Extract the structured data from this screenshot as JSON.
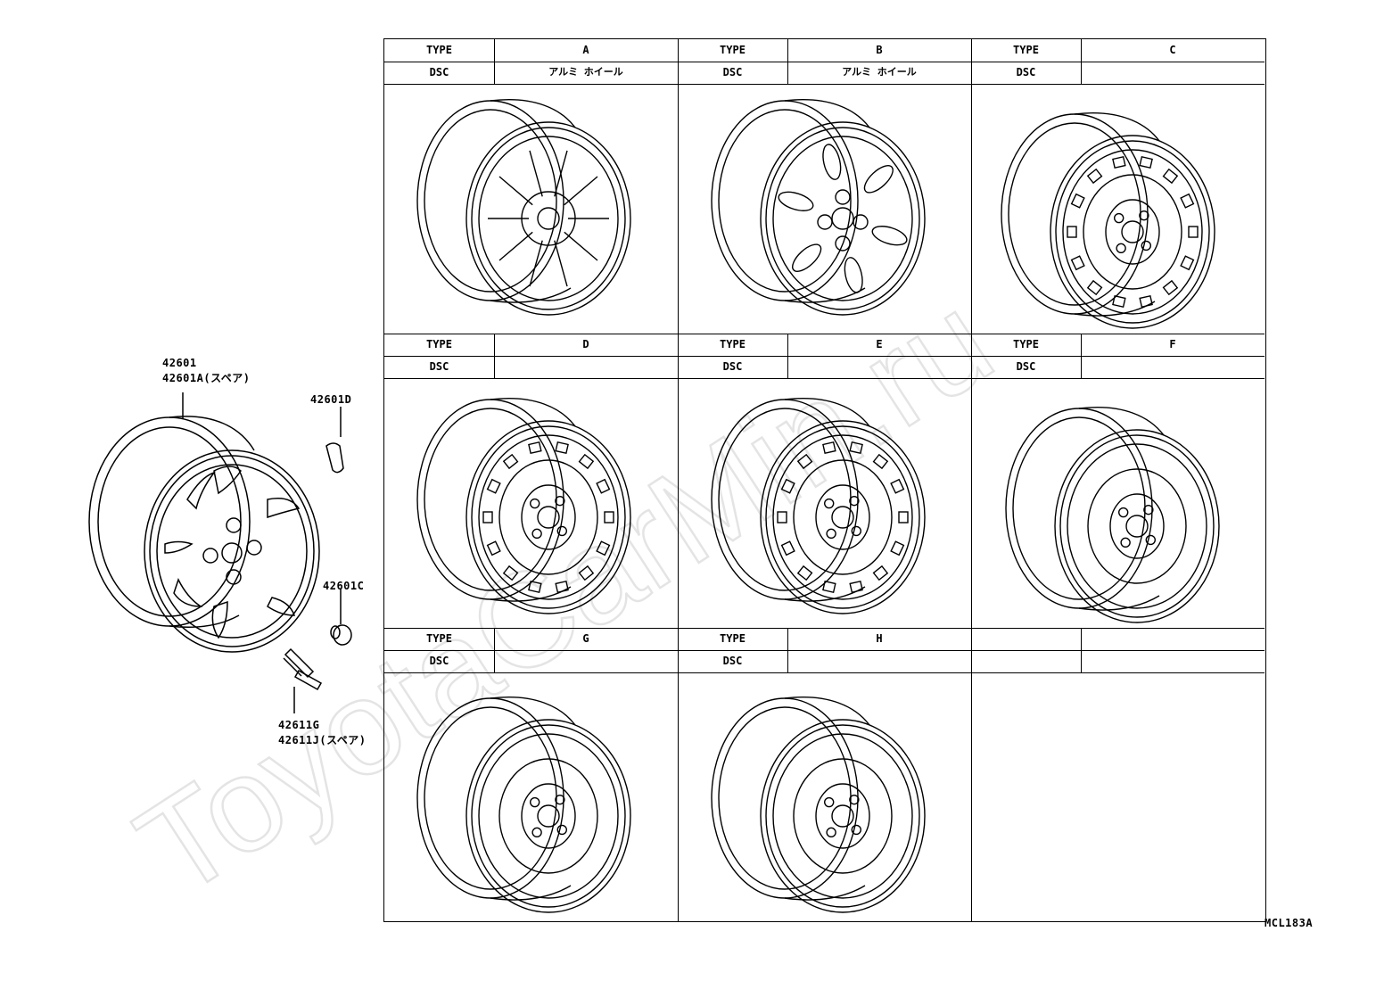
{
  "callouts": {
    "wheel_part": "42601",
    "wheel_spare": "42601A(スペア)",
    "part_d": "42601D",
    "part_c": "42601C",
    "valve_part": "42611G",
    "valve_spare": "42611J(スペア)"
  },
  "table": {
    "type_label": "TYPE",
    "dsc_label": "DSC",
    "cells": [
      {
        "type": "A",
        "dsc": "アルミ ホイール"
      },
      {
        "type": "B",
        "dsc": "アルミ ホイール"
      },
      {
        "type": "C",
        "dsc": ""
      },
      {
        "type": "D",
        "dsc": ""
      },
      {
        "type": "E",
        "dsc": ""
      },
      {
        "type": "F",
        "dsc": ""
      },
      {
        "type": "G",
        "dsc": ""
      },
      {
        "type": "H",
        "dsc": ""
      }
    ]
  },
  "figure_code": "MCL183A",
  "watermark": "ToyotaCarMin.ru"
}
